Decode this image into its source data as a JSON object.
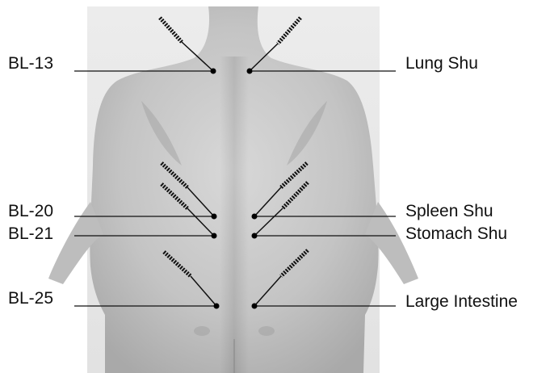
{
  "points": [
    {
      "id": "bl13",
      "left_label": "BL-13",
      "right_label": "Lung Shu"
    },
    {
      "id": "bl20",
      "left_label": "BL-20",
      "right_label": "Spleen Shu"
    },
    {
      "id": "bl21",
      "left_label": "BL-21",
      "right_label": "Stomach Shu"
    },
    {
      "id": "bl25",
      "left_label": "BL-25",
      "right_label": "Large Intestine"
    }
  ]
}
